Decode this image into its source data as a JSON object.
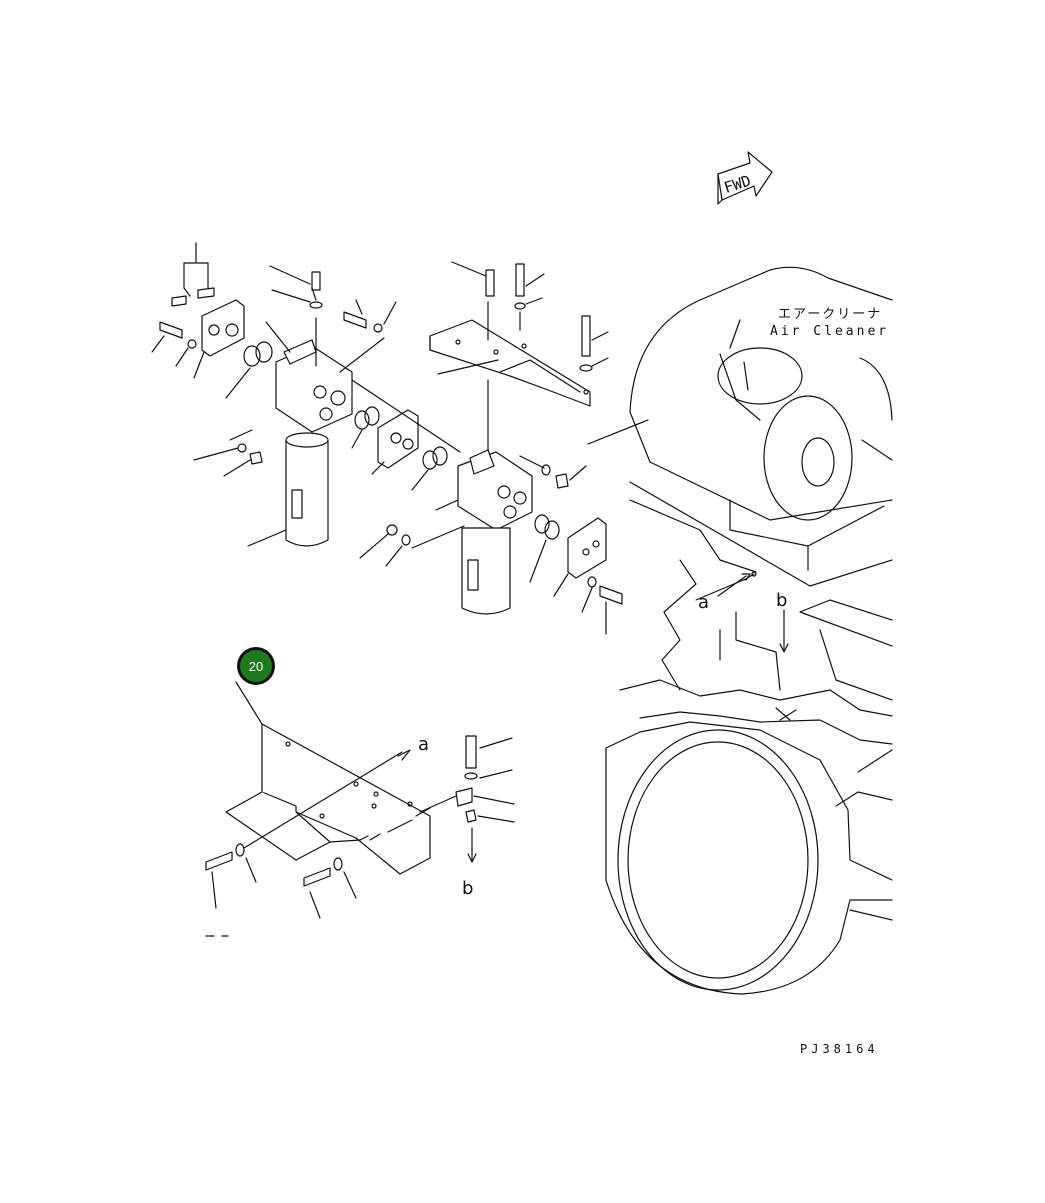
{
  "fwd_label": "FWD",
  "air_cleaner": {
    "jp": "エアークリーナ",
    "en": "Air Cleaner"
  },
  "callouts": {
    "a_top": "a",
    "b_top": "b",
    "a_bottom": "a",
    "b_bottom": "b"
  },
  "part_badge": {
    "number": "20",
    "color": "#1e7a1e"
  },
  "drawing_number": "PJ38164"
}
